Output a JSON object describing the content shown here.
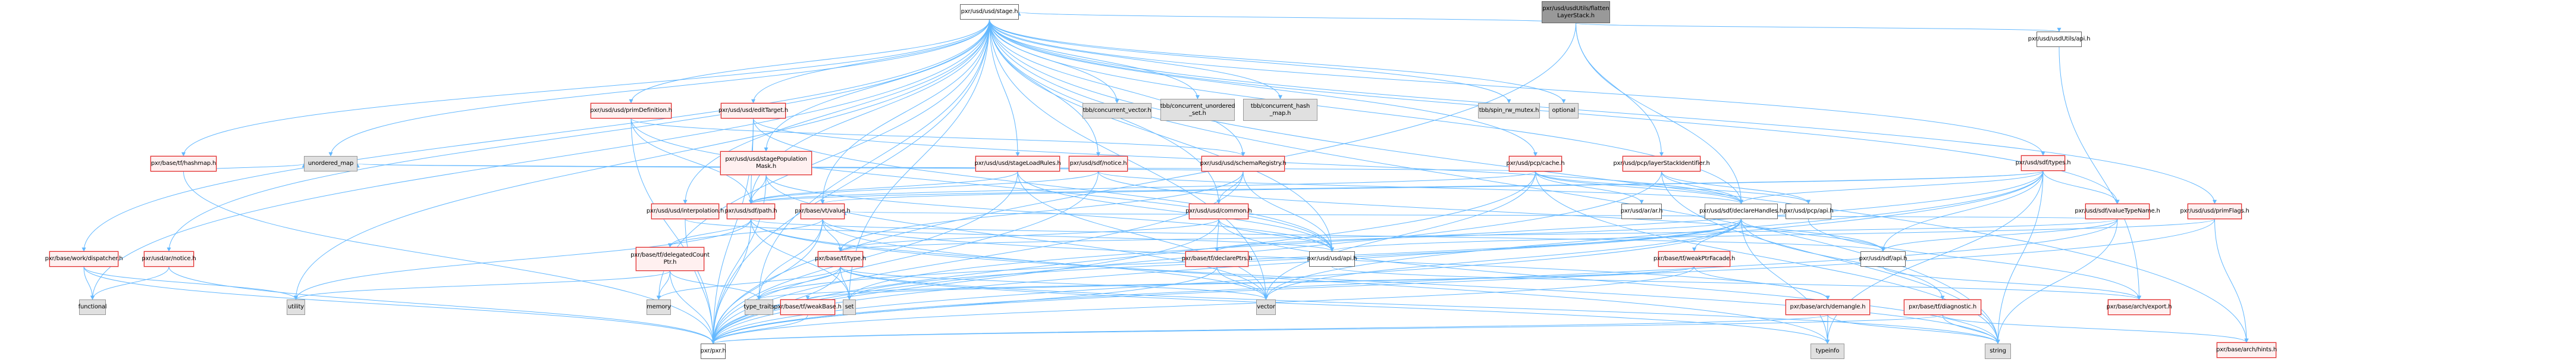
{
  "title": "pxr/usd/usdUtils/flattenLayerStack.h include dependency graph",
  "colors": {
    "edge": "#63b8ff",
    "root_fill": "#999999",
    "doc_fill": "#fff0f0",
    "doc_border": "#e03030",
    "plain_fill": "#ffffff",
    "sys_fill": "#e0e0e0"
  },
  "nodes": [
    {
      "id": "root",
      "label": "pxr/usd/usdUtils/flatten\nLayerStack.h",
      "kind": "root"
    },
    {
      "id": "stage",
      "label": "pxr/usd/usd/stage.h",
      "kind": "plain"
    },
    {
      "id": "usdutils_api",
      "label": "pxr/usd/usdUtils/api.h",
      "kind": "plain"
    },
    {
      "id": "primdef",
      "label": "pxr/usd/usd/primDefinition.h",
      "kind": "doc"
    },
    {
      "id": "edittarget",
      "label": "pxr/usd/usd/editTarget.h",
      "kind": "doc"
    },
    {
      "id": "tbb_cv",
      "label": "tbb/concurrent_vector.h",
      "kind": "sys"
    },
    {
      "id": "tbb_cus",
      "label": "tbb/concurrent_unordered\n_set.h",
      "kind": "sys"
    },
    {
      "id": "tbb_chm",
      "label": "tbb/concurrent_hash\n_map.h",
      "kind": "sys"
    },
    {
      "id": "tbb_spin",
      "label": "tbb/spin_rw_mutex.h",
      "kind": "sys"
    },
    {
      "id": "optional",
      "label": "optional",
      "kind": "sys"
    },
    {
      "id": "hashmap",
      "label": "pxr/base/tf/hashmap.h",
      "kind": "doc"
    },
    {
      "id": "unordered_map",
      "label": "unordered_map",
      "kind": "sys"
    },
    {
      "id": "stagepop",
      "label": "pxr/usd/usd/stagePopulation\nMask.h",
      "kind": "doc"
    },
    {
      "id": "stageload",
      "label": "pxr/usd/usd/stageLoadRules.h",
      "kind": "doc"
    },
    {
      "id": "sdfnotice",
      "label": "pxr/usd/sdf/notice.h",
      "kind": "doc"
    },
    {
      "id": "schemareg",
      "label": "pxr/usd/usd/schemaRegistry.h",
      "kind": "doc"
    },
    {
      "id": "pcpcache",
      "label": "pxr/usd/pcp/cache.h",
      "kind": "doc"
    },
    {
      "id": "layerstackid",
      "label": "pxr/usd/pcp/layerStackIdentifier.h",
      "kind": "doc"
    },
    {
      "id": "sdftypes",
      "label": "pxr/usd/sdf/types.h",
      "kind": "doc"
    },
    {
      "id": "valuetypename",
      "label": "pxr/usd/sdf/valueTypeName.h",
      "kind": "doc"
    },
    {
      "id": "primflags",
      "label": "pxr/usd/usd/primFlags.h",
      "kind": "doc"
    },
    {
      "id": "dispatcher",
      "label": "pxr/base/work/dispatcher.h",
      "kind": "doc"
    },
    {
      "id": "arnotice",
      "label": "pxr/usd/ar/notice.h",
      "kind": "doc"
    },
    {
      "id": "interpolation",
      "label": "pxr/usd/usd/interpolation.h",
      "kind": "doc"
    },
    {
      "id": "sdfpath",
      "label": "pxr/usd/sdf/path.h",
      "kind": "doc"
    },
    {
      "id": "vtvalue",
      "label": "pxr/base/vt/value.h",
      "kind": "doc"
    },
    {
      "id": "usdcommon",
      "label": "pxr/usd/usd/common.h",
      "kind": "doc"
    },
    {
      "id": "arar",
      "label": "pxr/usd/ar/ar.h",
      "kind": "plain"
    },
    {
      "id": "declarehandles",
      "label": "pxr/usd/sdf/declareHandles.h",
      "kind": "plain"
    },
    {
      "id": "pcpapi",
      "label": "pxr/usd/pcp/api.h",
      "kind": "plain"
    },
    {
      "id": "delegatedcount",
      "label": "pxr/base/tf/delegatedCount\nPtr.h",
      "kind": "doc"
    },
    {
      "id": "tftype",
      "label": "pxr/base/tf/type.h",
      "kind": "doc"
    },
    {
      "id": "declareptrs",
      "label": "pxr/base/tf/declarePtrs.h",
      "kind": "doc"
    },
    {
      "id": "usdapi",
      "label": "pxr/usd/usd/api.h",
      "kind": "plain"
    },
    {
      "id": "weakptrfacade",
      "label": "pxr/base/tf/weakPtrFacade.h",
      "kind": "doc"
    },
    {
      "id": "sdfapi",
      "label": "pxr/usd/sdf/api.h",
      "kind": "plain"
    },
    {
      "id": "functional",
      "label": "functional",
      "kind": "sys"
    },
    {
      "id": "utility",
      "label": "utility",
      "kind": "sys"
    },
    {
      "id": "memory",
      "label": "memory",
      "kind": "sys"
    },
    {
      "id": "type_traits",
      "label": "type_traits",
      "kind": "sys"
    },
    {
      "id": "weakbase",
      "label": "pxr/base/tf/weakBase.h",
      "kind": "doc"
    },
    {
      "id": "set",
      "label": "set",
      "kind": "sys"
    },
    {
      "id": "vector",
      "label": "vector",
      "kind": "sys"
    },
    {
      "id": "demangle",
      "label": "pxr/base/arch/demangle.h",
      "kind": "doc"
    },
    {
      "id": "diagnostic",
      "label": "pxr/base/tf/diagnostic.h",
      "kind": "doc"
    },
    {
      "id": "archexport",
      "label": "pxr/base/arch/export.h",
      "kind": "doc"
    },
    {
      "id": "hints",
      "label": "pxr/base/arch/hints.h",
      "kind": "doc"
    },
    {
      "id": "pxrh",
      "label": "pxr/pxr.h",
      "kind": "plain"
    },
    {
      "id": "typeinfo",
      "label": "typeinfo",
      "kind": "sys"
    },
    {
      "id": "string",
      "label": "string",
      "kind": "sys"
    }
  ],
  "edges": [
    [
      "root",
      "stage"
    ],
    [
      "root",
      "usdutils_api"
    ],
    [
      "root",
      "layerstackid"
    ],
    [
      "root",
      "declarehandles"
    ],
    [
      "root",
      "pxrh"
    ],
    [
      "usdutils_api",
      "archexport"
    ],
    [
      "stage",
      "primdef"
    ],
    [
      "stage",
      "edittarget"
    ],
    [
      "stage",
      "tbb_cv"
    ],
    [
      "stage",
      "tbb_cus"
    ],
    [
      "stage",
      "tbb_chm"
    ],
    [
      "stage",
      "tbb_spin"
    ],
    [
      "stage",
      "optional"
    ],
    [
      "stage",
      "hashmap"
    ],
    [
      "stage",
      "unordered_map"
    ],
    [
      "stage",
      "stagepop"
    ],
    [
      "stage",
      "stageload"
    ],
    [
      "stage",
      "sdfnotice"
    ],
    [
      "stage",
      "schemareg"
    ],
    [
      "stage",
      "pcpcache"
    ],
    [
      "stage",
      "sdftypes"
    ],
    [
      "stage",
      "valuetypename"
    ],
    [
      "stage",
      "primflags"
    ],
    [
      "stage",
      "dispatcher"
    ],
    [
      "stage",
      "arnotice"
    ],
    [
      "stage",
      "interpolation"
    ],
    [
      "stage",
      "sdfpath"
    ],
    [
      "stage",
      "vtvalue"
    ],
    [
      "stage",
      "usdcommon"
    ],
    [
      "stage",
      "declarehandles"
    ],
    [
      "stage",
      "usdapi"
    ],
    [
      "stage",
      "functional"
    ],
    [
      "stage",
      "utility"
    ],
    [
      "stage",
      "memory"
    ],
    [
      "stage",
      "type_traits"
    ],
    [
      "stage",
      "set"
    ],
    [
      "stage",
      "vector"
    ],
    [
      "stage",
      "string"
    ],
    [
      "stage",
      "pxrh"
    ],
    [
      "stage",
      "hints"
    ],
    [
      "hashmap",
      "unordered_map"
    ],
    [
      "hashmap",
      "pxrh"
    ],
    [
      "primdef",
      "sdfpath"
    ],
    [
      "primdef",
      "usdapi"
    ],
    [
      "primdef",
      "pxrh"
    ],
    [
      "primdef",
      "schemareg"
    ],
    [
      "edittarget",
      "sdfpath"
    ],
    [
      "edittarget",
      "usdapi"
    ],
    [
      "edittarget",
      "pxrh"
    ],
    [
      "edittarget",
      "declarehandles"
    ],
    [
      "stagepop",
      "sdfpath"
    ],
    [
      "stagepop",
      "usdapi"
    ],
    [
      "stagepop",
      "vector"
    ],
    [
      "stagepop",
      "pxrh"
    ],
    [
      "stageload",
      "sdfpath"
    ],
    [
      "stageload",
      "usdapi"
    ],
    [
      "stageload",
      "vector"
    ],
    [
      "stageload",
      "pxrh"
    ],
    [
      "sdfnotice",
      "sdfpath"
    ],
    [
      "sdfnotice",
      "declarehandles"
    ],
    [
      "sdfnotice",
      "sdfapi"
    ],
    [
      "sdfnotice",
      "pxrh"
    ],
    [
      "schemareg",
      "usdcommon"
    ],
    [
      "schemareg",
      "usdapi"
    ],
    [
      "schemareg",
      "tftype"
    ],
    [
      "schemareg",
      "unordered_map"
    ],
    [
      "schemareg",
      "pxrh"
    ],
    [
      "pcpcache",
      "declarehandles"
    ],
    [
      "pcpcache",
      "pcpapi"
    ],
    [
      "pcpcache",
      "sdfpath"
    ],
    [
      "pcpcache",
      "arar"
    ],
    [
      "pcpcache",
      "unordered_map"
    ],
    [
      "pcpcache",
      "vector"
    ],
    [
      "pcpcache",
      "string"
    ],
    [
      "pcpcache",
      "pxrh"
    ],
    [
      "layerstackid",
      "declarehandles"
    ],
    [
      "layerstackid",
      "pcpapi"
    ],
    [
      "layerstackid",
      "string"
    ],
    [
      "layerstackid",
      "pxrh"
    ],
    [
      "sdftypes",
      "declarehandles"
    ],
    [
      "sdftypes",
      "sdfpath"
    ],
    [
      "sdftypes",
      "valuetypename"
    ],
    [
      "sdftypes",
      "sdfapi"
    ],
    [
      "sdftypes",
      "vtvalue"
    ],
    [
      "sdftypes",
      "string"
    ],
    [
      "sdftypes",
      "vector"
    ],
    [
      "sdftypes",
      "set"
    ],
    [
      "sdftypes",
      "typeinfo"
    ],
    [
      "sdftypes",
      "pxrh"
    ],
    [
      "valuetypename",
      "sdfapi"
    ],
    [
      "valuetypename",
      "tftype"
    ],
    [
      "valuetypename",
      "vtvalue"
    ],
    [
      "valuetypename",
      "string"
    ],
    [
      "valuetypename",
      "pxrh"
    ],
    [
      "primflags",
      "usdapi"
    ],
    [
      "primflags",
      "hints"
    ],
    [
      "primflags",
      "pxrh"
    ],
    [
      "dispatcher",
      "functional"
    ],
    [
      "dispatcher",
      "utility"
    ],
    [
      "dispatcher",
      "pxrh"
    ],
    [
      "arnotice",
      "functional"
    ],
    [
      "arnotice",
      "pxrh"
    ],
    [
      "interpolation",
      "usdapi"
    ],
    [
      "interpolation",
      "pxrh"
    ],
    [
      "sdfpath",
      "delegatedcount"
    ],
    [
      "sdfpath",
      "sdfapi"
    ],
    [
      "sdfpath",
      "set"
    ],
    [
      "sdfpath",
      "vector"
    ],
    [
      "sdfpath",
      "utility"
    ],
    [
      "sdfpath",
      "string"
    ],
    [
      "sdfpath",
      "pxrh"
    ],
    [
      "vtvalue",
      "tftype"
    ],
    [
      "vtvalue",
      "delegatedcount"
    ],
    [
      "vtvalue",
      "type_traits"
    ],
    [
      "vtvalue",
      "typeinfo"
    ],
    [
      "vtvalue",
      "demangle"
    ],
    [
      "vtvalue",
      "pxrh"
    ],
    [
      "usdcommon",
      "declareptrs"
    ],
    [
      "usdcommon",
      "usdapi"
    ],
    [
      "usdcommon",
      "tftype"
    ],
    [
      "usdcommon",
      "string"
    ],
    [
      "usdcommon",
      "pxrh"
    ],
    [
      "declarehandles",
      "weakptrfacade"
    ],
    [
      "declarehandles",
      "declareptrs"
    ],
    [
      "declarehandles",
      "sdfapi"
    ],
    [
      "declarehandles",
      "diagnostic"
    ],
    [
      "declarehandles",
      "type_traits"
    ],
    [
      "declarehandles",
      "set"
    ],
    [
      "declarehandles",
      "vector"
    ],
    [
      "declarehandles",
      "typeinfo"
    ],
    [
      "declarehandles",
      "pxrh"
    ],
    [
      "pcpapi",
      "archexport"
    ],
    [
      "delegatedcount",
      "memory"
    ],
    [
      "delegatedcount",
      "utility"
    ],
    [
      "delegatedcount",
      "type_traits"
    ],
    [
      "delegatedcount",
      "pxrh"
    ],
    [
      "tftype",
      "memory"
    ],
    [
      "tftype",
      "set"
    ],
    [
      "tftype",
      "vector"
    ],
    [
      "tftype",
      "typeinfo"
    ],
    [
      "tftype",
      "type_traits"
    ],
    [
      "tftype",
      "string"
    ],
    [
      "tftype",
      "pxrh"
    ],
    [
      "declareptrs",
      "vector"
    ],
    [
      "declareptrs",
      "pxrh"
    ],
    [
      "usdapi",
      "archexport"
    ],
    [
      "weakptrfacade",
      "weakbase"
    ],
    [
      "weakptrfacade",
      "demangle"
    ],
    [
      "weakptrfacade",
      "type_traits"
    ],
    [
      "weakptrfacade",
      "pxrh"
    ],
    [
      "sdfapi",
      "archexport"
    ],
    [
      "weakbase",
      "pxrh"
    ],
    [
      "demangle",
      "typeinfo"
    ],
    [
      "demangle",
      "string"
    ],
    [
      "demangle",
      "pxrh"
    ],
    [
      "diagnostic",
      "string"
    ],
    [
      "diagnostic",
      "hints"
    ],
    [
      "diagnostic",
      "pxrh"
    ]
  ]
}
